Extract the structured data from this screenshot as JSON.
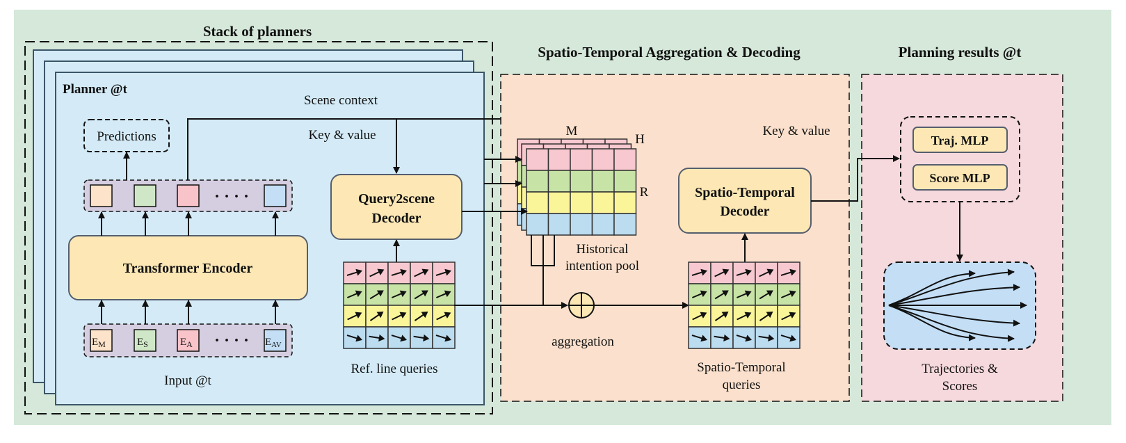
{
  "stack_title": "Stack of planners",
  "planner_title": "Planner @t",
  "scene_context": "Scene context",
  "key_value_left": "Key & value",
  "key_value_right": "Key & value",
  "predictions": "Predictions",
  "transformer_encoder": "Transformer Encoder",
  "query2scene_line1": "Query2scene",
  "query2scene_line2": "Decoder",
  "input_label": "Input @t",
  "ref_line_queries": "Ref. line queries",
  "inputs": [
    {
      "main": "E",
      "sub": "M"
    },
    {
      "main": "E",
      "sub": "S"
    },
    {
      "main": "E",
      "sub": "A"
    },
    {
      "main": "E",
      "sub": "AV"
    }
  ],
  "dots": "· · · ·",
  "aggregation_title": "Spatio-Temporal Aggregation & Decoding",
  "pool_dim_m": "M",
  "pool_dim_h": "H",
  "pool_dim_r": "R",
  "pool_label_line1": "Historical",
  "pool_label_line2": "intention pool",
  "aggregation": "aggregation",
  "st_decoder_line1": "Spatio-Temporal",
  "st_decoder_line2": "Decoder",
  "st_queries_line1": "Spatio-Temporal",
  "st_queries_line2": "queries",
  "results_title": "Planning results @t",
  "traj_mlp": "Traj. MLP",
  "score_mlp": "Score MLP",
  "traj_scores_line1": "Trajectories &",
  "traj_scores_line2": "Scores",
  "colors": {
    "background": "#d5e8da",
    "planner_fill": "#d4ebf7",
    "aggregation_fill": "#fbe1cd",
    "results_fill": "#f6d9dd",
    "module_fill": "#fde8b5",
    "pink": "#f7c8cf",
    "green": "#c7e3a6",
    "yellow": "#fbf59a",
    "blue": "#bcdcf0"
  }
}
